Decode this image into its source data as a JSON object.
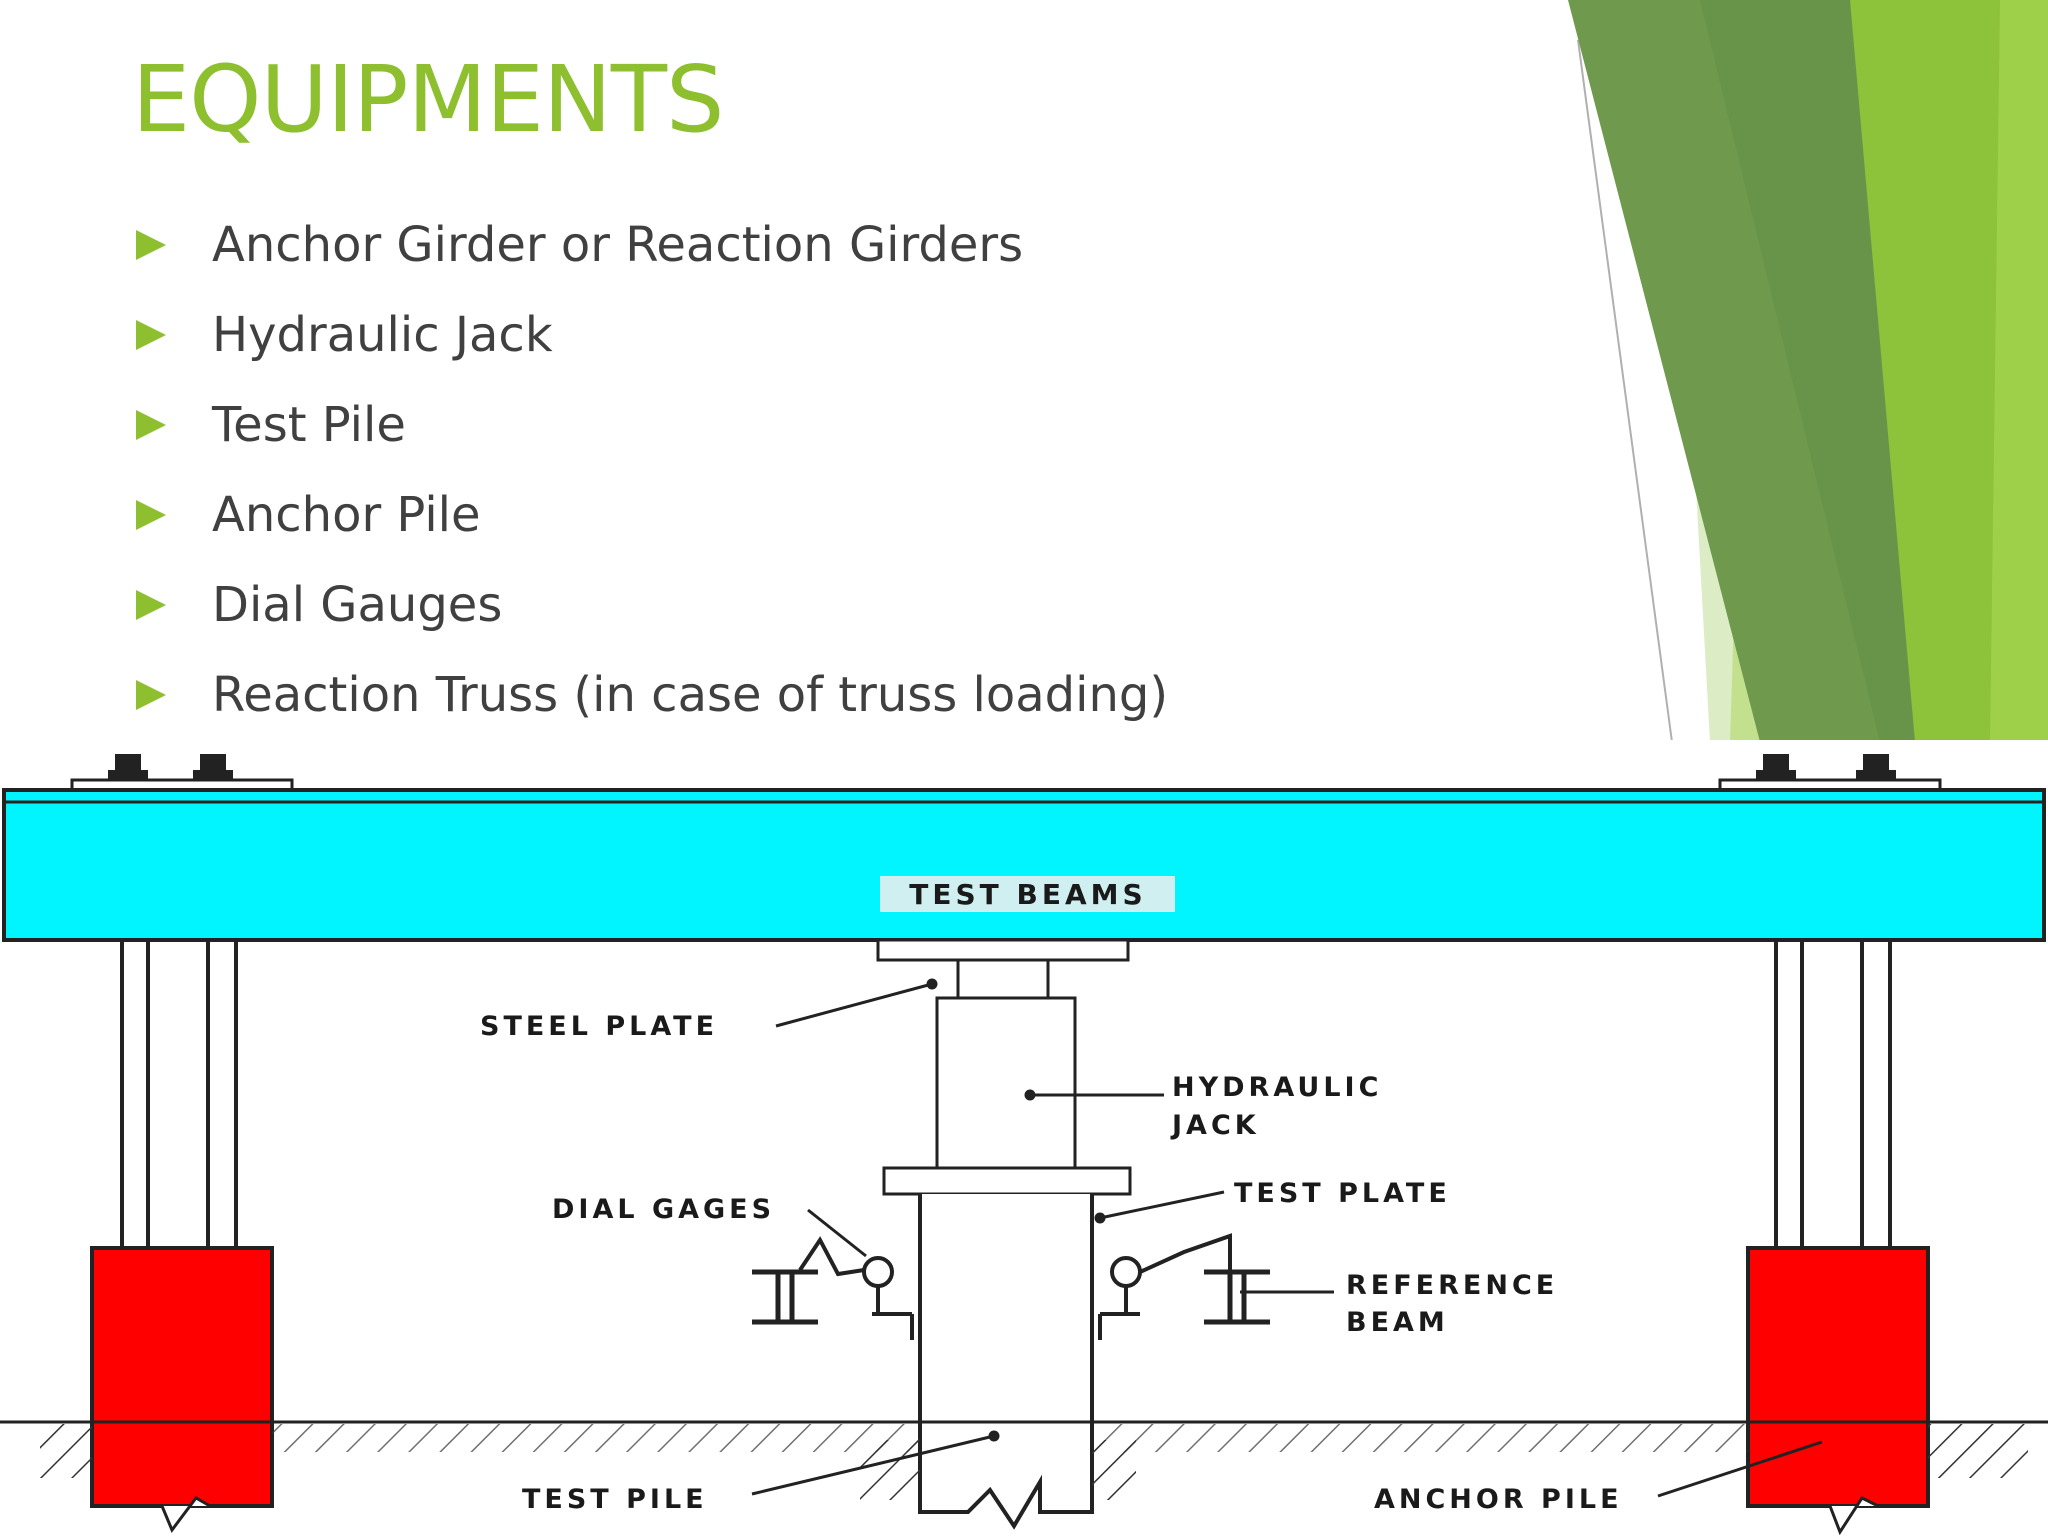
{
  "slide": {
    "title": "EQUIPMENTS",
    "bullets": [
      "Anchor Girder or Reaction Girders",
      "Hydraulic Jack",
      "Test Pile",
      "Anchor Pile",
      "Dial Gauges",
      "Reaction Truss (in case of truss loading)"
    ]
  },
  "diagram": {
    "labels": {
      "test_beams": "TEST BEAMS",
      "steel_plate": "STEEL PLATE",
      "hydraulic_jack_1": "HYDRAULIC",
      "hydraulic_jack_2": "JACK",
      "dial_gages": "DIAL GAGES",
      "test_plate": "TEST PLATE",
      "reference_beam_1": "REFERENCE",
      "reference_beam_2": "BEAM",
      "test_pile": "TEST PILE",
      "anchor_pile": "ANCHOR PILE"
    }
  },
  "colors": {
    "accent_green": "#8dbf2e",
    "beam_cyan": "#00f5ff",
    "anchor_red": "#ff0000"
  }
}
